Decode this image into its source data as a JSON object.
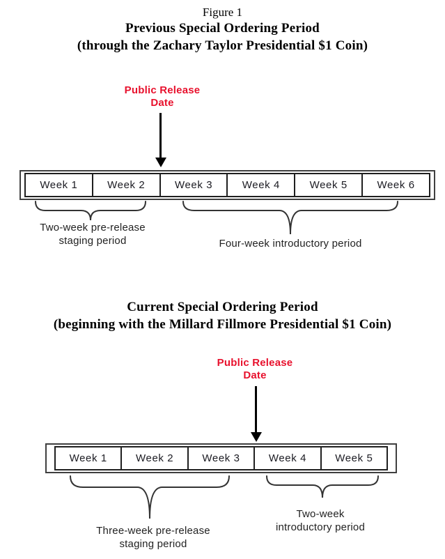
{
  "figure_label": "Figure 1",
  "colors": {
    "release_text": "#e8112d",
    "outer_border": "#3f3f3f",
    "box_border": "#1f1f1f",
    "brace_stroke": "#333333"
  },
  "diagram1": {
    "title_line1": "Previous Special Ordering Period",
    "title_line2": "(through the Zachary Taylor Presidential $1 Coin)",
    "release_label_line1": "Public Release",
    "release_label_line2": "Date",
    "weeks": [
      "Week 1",
      "Week 2",
      "Week 3",
      "Week 4",
      "Week 5",
      "Week 6"
    ],
    "staging_label_line1": "Two-week pre-release",
    "staging_label_line2": "staging period",
    "intro_label": "Four-week introductory period"
  },
  "diagram2": {
    "title_line1": "Current Special Ordering Period",
    "title_line2": "(beginning with the Millard Fillmore Presidential $1 Coin)",
    "release_label_line1": "Public Release",
    "release_label_line2": "Date",
    "weeks": [
      "Week 1",
      "Week 2",
      "Week 3",
      "Week 4",
      "Week 5"
    ],
    "staging_label_line1": "Three-week pre-release",
    "staging_label_line2": "staging period",
    "intro_label_line1": "Two-week",
    "intro_label_line2": "introductory period"
  }
}
